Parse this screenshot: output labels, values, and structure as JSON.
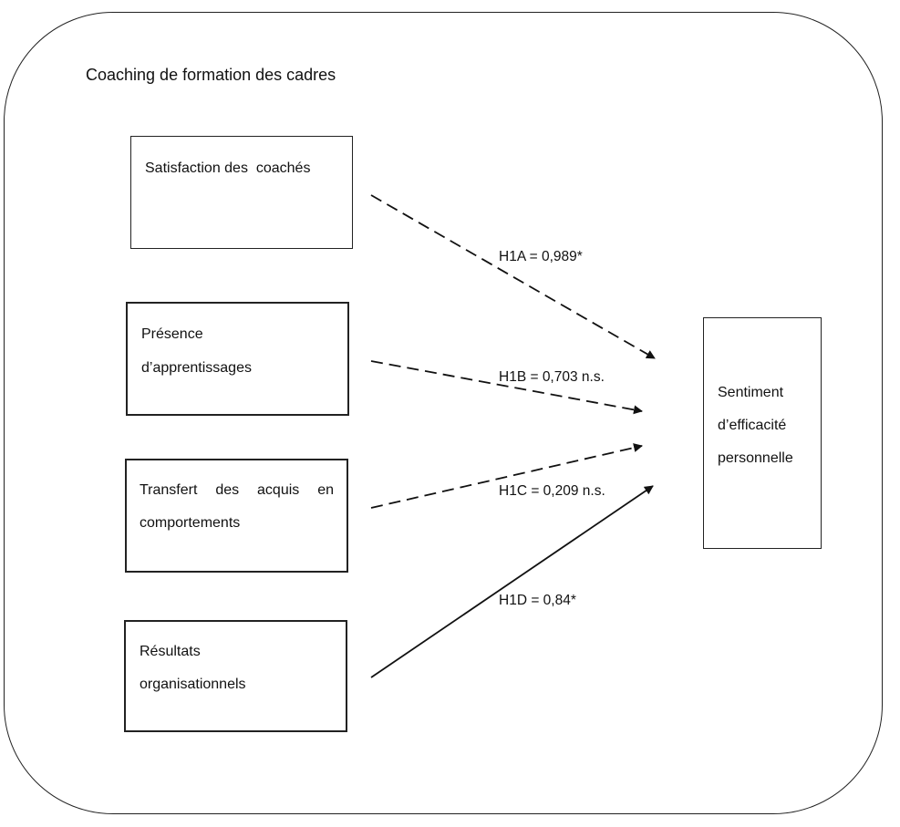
{
  "frame": {
    "title": "Coaching de formation des cadres"
  },
  "boxes": {
    "satisfaction": {
      "label": "Satisfaction des  coachés"
    },
    "presence": {
      "line1": "Présence",
      "line2": "d’apprentissages"
    },
    "transfert": {
      "line1_words": [
        "Transfert",
        "des",
        "acquis",
        "en"
      ],
      "line2": "comportements"
    },
    "resultats": {
      "line1": "Résultats",
      "line2": "organisationnels"
    },
    "sentiment": {
      "line1": "Sentiment",
      "line2": "d’efficacité",
      "line3": "personnelle"
    }
  },
  "hypotheses": {
    "h1a": {
      "label": "H1A = 0,989*",
      "significant": true
    },
    "h1b": {
      "label": "H1B = 0,703 n.s.",
      "significant": false
    },
    "h1c": {
      "label": "H1C = 0,209 n.s.",
      "significant": false
    },
    "h1d": {
      "label": "H1D = 0,84*",
      "significant": true
    }
  }
}
